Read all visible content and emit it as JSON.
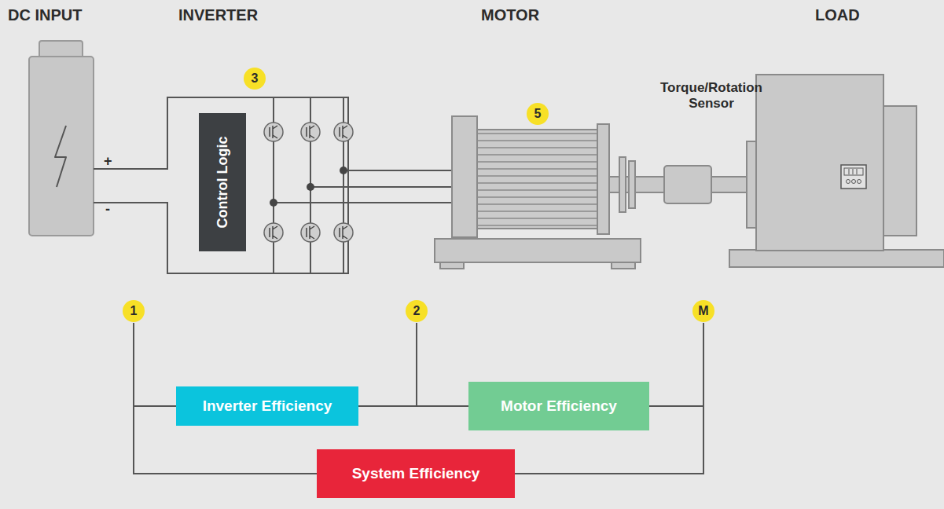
{
  "diagram": {
    "nodes": [
      {
        "text": [
          "Control Logic"
        ]
      },
      {
        "text": [
          "Inverter Efficiency"
        ]
      },
      {
        "text": [
          "Motor Efficiency"
        ]
      },
      {
        "text": [
          "System Efficiency"
        ]
      }
    ],
    "edges": [
      {
        "from": 1,
        "to": 2,
        "arrow": "none"
      },
      {
        "from": 1,
        "to": 3,
        "arrow": "none"
      },
      {
        "from": 2,
        "to": 3,
        "arrow": "none"
      }
    ],
    "labels": [
      "DC INPUT",
      "INVERTER",
      "MOTOR",
      "LOAD",
      "3",
      "5",
      "+",
      "-",
      "Torque/Rotation Sensor",
      "1",
      "2",
      "M"
    ]
  }
}
